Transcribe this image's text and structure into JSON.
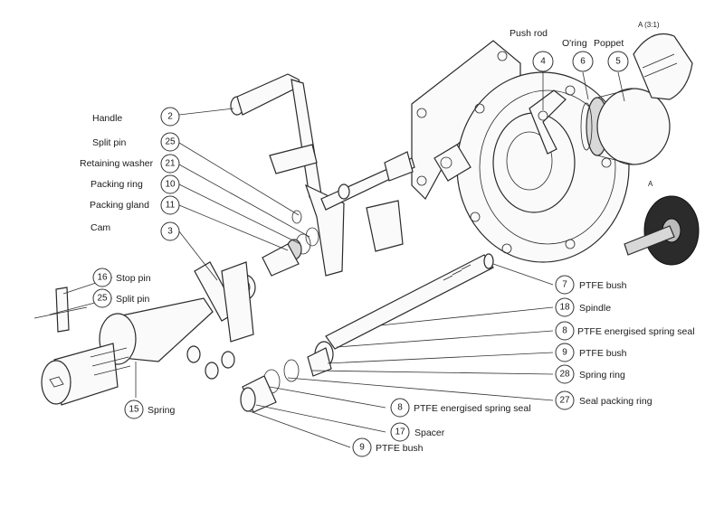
{
  "detail_label": "A (3:1)",
  "detail_marker": "A",
  "parts": [
    {
      "id": "handle",
      "num": "2",
      "name": "Handle"
    },
    {
      "id": "splitpin-top",
      "num": "25",
      "name": "Split pin"
    },
    {
      "id": "retwasher",
      "num": "21",
      "name": "Retaining washer"
    },
    {
      "id": "packring",
      "num": "10",
      "name": "Packing ring"
    },
    {
      "id": "packgland",
      "num": "11",
      "name": "Packing gland"
    },
    {
      "id": "cam",
      "num": "3",
      "name": "Cam"
    },
    {
      "id": "stoppin",
      "num": "16",
      "name": "Stop pin"
    },
    {
      "id": "splitpin-bot",
      "num": "25",
      "name": "Split pin"
    },
    {
      "id": "spring",
      "num": "15",
      "name": "Spring"
    },
    {
      "id": "pushrod",
      "num": "4",
      "name": "Push rod"
    },
    {
      "id": "oring",
      "num": "6",
      "name": "O'ring"
    },
    {
      "id": "poppet",
      "num": "5",
      "name": "Poppet"
    },
    {
      "id": "ptfebush7",
      "num": "7",
      "name": "PTFE bush"
    },
    {
      "id": "spindle",
      "num": "18",
      "name": "Spindle"
    },
    {
      "id": "seal8a",
      "num": "8",
      "name": "PTFE energised spring seal"
    },
    {
      "id": "bush9a",
      "num": "9",
      "name": "PTFE bush"
    },
    {
      "id": "springring",
      "num": "28",
      "name": "Spring ring"
    },
    {
      "id": "sealpack",
      "num": "27",
      "name": "Seal packing ring"
    },
    {
      "id": "seal8b",
      "num": "8",
      "name": "PTFE energised spring seal"
    },
    {
      "id": "spacer",
      "num": "17",
      "name": "Spacer"
    },
    {
      "id": "bush9b",
      "num": "9",
      "name": "PTFE bush"
    }
  ]
}
